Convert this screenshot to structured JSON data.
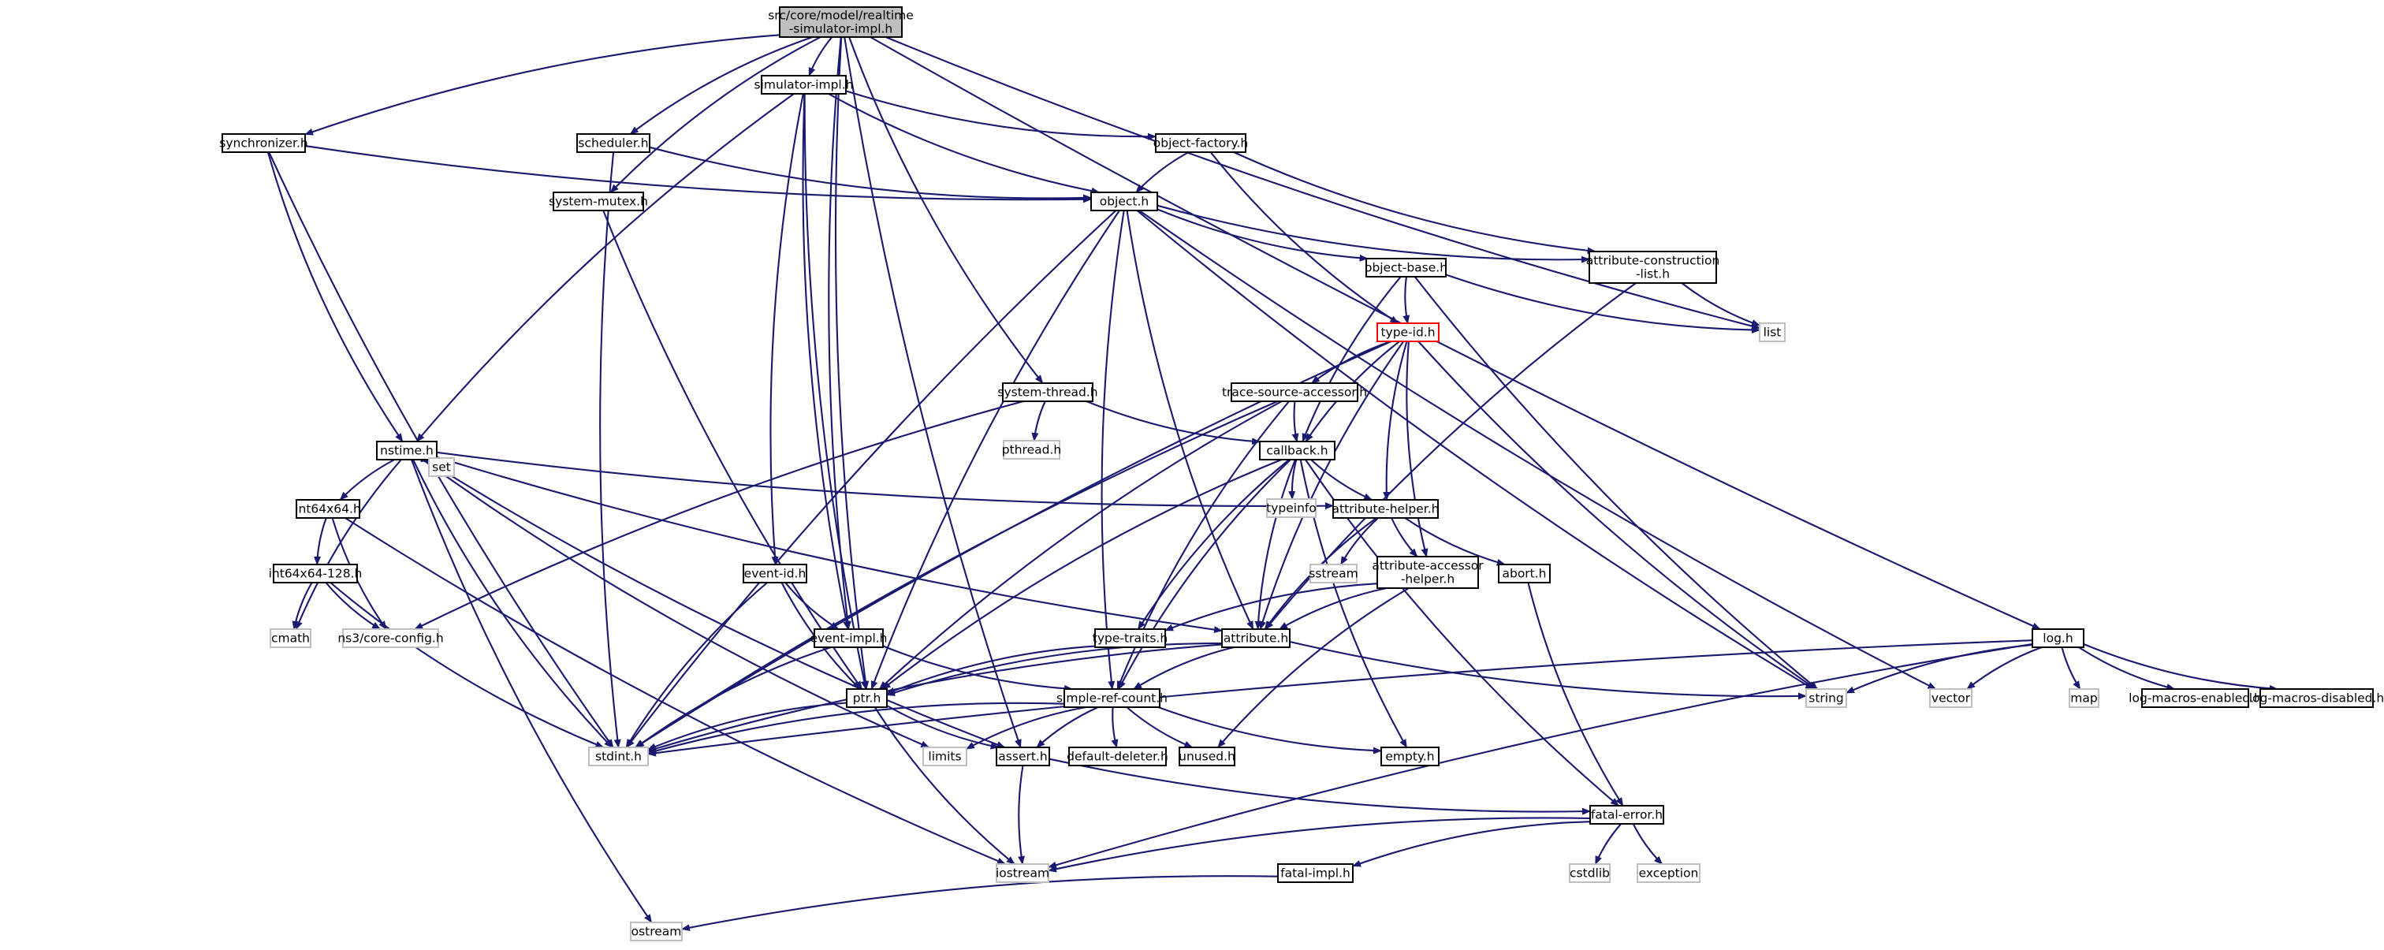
{
  "diagram": {
    "type": "include-dependency-graph",
    "colors": {
      "edge": "#191970",
      "node_border": "#000000",
      "root_fill": "#bfbfbf",
      "external_border": "#bfbfbf",
      "truncated_border": "#ff0000"
    },
    "nodes": [
      {
        "id": "root",
        "lines": [
          "src/core/model/realtime",
          "-simulator-impl.h"
        ],
        "style": "root"
      },
      {
        "id": "simulator_impl",
        "lines": [
          "simulator-impl.h"
        ],
        "style": "normal"
      },
      {
        "id": "synchronizer",
        "lines": [
          "synchronizer.h"
        ],
        "style": "normal"
      },
      {
        "id": "scheduler",
        "lines": [
          "scheduler.h"
        ],
        "style": "normal"
      },
      {
        "id": "object_factory",
        "lines": [
          "object-factory.h"
        ],
        "style": "normal"
      },
      {
        "id": "system_mutex",
        "lines": [
          "system-mutex.h"
        ],
        "style": "normal"
      },
      {
        "id": "object",
        "lines": [
          "object.h"
        ],
        "style": "normal"
      },
      {
        "id": "object_base",
        "lines": [
          "object-base.h"
        ],
        "style": "normal"
      },
      {
        "id": "attr_construction",
        "lines": [
          "attribute-construction",
          "-list.h"
        ],
        "style": "normal"
      },
      {
        "id": "list",
        "lines": [
          "list"
        ],
        "style": "ext"
      },
      {
        "id": "type_id",
        "lines": [
          "type-id.h"
        ],
        "style": "trunc"
      },
      {
        "id": "system_thread",
        "lines": [
          "system-thread.h"
        ],
        "style": "normal"
      },
      {
        "id": "trace_source",
        "lines": [
          "trace-source-accessor.h"
        ],
        "style": "normal"
      },
      {
        "id": "pthread",
        "lines": [
          "pthread.h"
        ],
        "style": "ext"
      },
      {
        "id": "nstime",
        "lines": [
          "nstime.h"
        ],
        "style": "normal"
      },
      {
        "id": "set",
        "lines": [
          "set"
        ],
        "style": "ext"
      },
      {
        "id": "callback",
        "lines": [
          "callback.h"
        ],
        "style": "normal"
      },
      {
        "id": "int64x64",
        "lines": [
          "int64x64.h"
        ],
        "style": "normal"
      },
      {
        "id": "typeinfo",
        "lines": [
          "typeinfo"
        ],
        "style": "ext"
      },
      {
        "id": "attribute_helper",
        "lines": [
          "attribute-helper.h"
        ],
        "style": "normal"
      },
      {
        "id": "int64x64_128",
        "lines": [
          "int64x64-128.h"
        ],
        "style": "normal"
      },
      {
        "id": "sstream",
        "lines": [
          "sstream"
        ],
        "style": "ext"
      },
      {
        "id": "attr_accessor",
        "lines": [
          "attribute-accessor",
          "-helper.h"
        ],
        "style": "normal"
      },
      {
        "id": "abort",
        "lines": [
          "abort.h"
        ],
        "style": "normal"
      },
      {
        "id": "event_id",
        "lines": [
          "event-id.h"
        ],
        "style": "normal"
      },
      {
        "id": "cmath",
        "lines": [
          "cmath"
        ],
        "style": "ext"
      },
      {
        "id": "core_config",
        "lines": [
          "ns3/core-config.h"
        ],
        "style": "ext"
      },
      {
        "id": "event_impl",
        "lines": [
          "event-impl.h"
        ],
        "style": "normal"
      },
      {
        "id": "type_traits",
        "lines": [
          "type-traits.h"
        ],
        "style": "normal"
      },
      {
        "id": "attribute",
        "lines": [
          "attribute.h"
        ],
        "style": "normal"
      },
      {
        "id": "log",
        "lines": [
          "log.h"
        ],
        "style": "normal"
      },
      {
        "id": "ptr",
        "lines": [
          "ptr.h"
        ],
        "style": "normal"
      },
      {
        "id": "simple_ref",
        "lines": [
          "simple-ref-count.h"
        ],
        "style": "normal"
      },
      {
        "id": "string",
        "lines": [
          "string"
        ],
        "style": "ext"
      },
      {
        "id": "vector",
        "lines": [
          "vector"
        ],
        "style": "ext"
      },
      {
        "id": "map",
        "lines": [
          "map"
        ],
        "style": "ext"
      },
      {
        "id": "log_enabled",
        "lines": [
          "log-macros-enabled.h"
        ],
        "style": "normal"
      },
      {
        "id": "log_disabled",
        "lines": [
          "log-macros-disabled.h"
        ],
        "style": "normal"
      },
      {
        "id": "stdint",
        "lines": [
          "stdint.h"
        ],
        "style": "ext"
      },
      {
        "id": "limits",
        "lines": [
          "limits"
        ],
        "style": "ext"
      },
      {
        "id": "assert",
        "lines": [
          "assert.h"
        ],
        "style": "normal"
      },
      {
        "id": "default_deleter",
        "lines": [
          "default-deleter.h"
        ],
        "style": "normal"
      },
      {
        "id": "unused",
        "lines": [
          "unused.h"
        ],
        "style": "normal"
      },
      {
        "id": "empty",
        "lines": [
          "empty.h"
        ],
        "style": "normal"
      },
      {
        "id": "fatal_error",
        "lines": [
          "fatal-error.h"
        ],
        "style": "normal"
      },
      {
        "id": "iostream",
        "lines": [
          "iostream"
        ],
        "style": "ext"
      },
      {
        "id": "cstdlib",
        "lines": [
          "cstdlib"
        ],
        "style": "ext"
      },
      {
        "id": "exception",
        "lines": [
          "exception"
        ],
        "style": "ext"
      },
      {
        "id": "fatal_impl",
        "lines": [
          "fatal-impl.h"
        ],
        "style": "normal"
      },
      {
        "id": "ostream",
        "lines": [
          "ostream"
        ],
        "style": "ext"
      }
    ],
    "edges": [
      [
        "root",
        "synchronizer"
      ],
      [
        "root",
        "scheduler"
      ],
      [
        "root",
        "simulator_impl"
      ],
      [
        "root",
        "system_mutex"
      ],
      [
        "root",
        "ptr"
      ],
      [
        "root",
        "event_impl"
      ],
      [
        "root",
        "system_thread"
      ],
      [
        "root",
        "list"
      ],
      [
        "root",
        "assert"
      ],
      [
        "root",
        "log"
      ],
      [
        "simulator_impl",
        "object"
      ],
      [
        "simulator_impl",
        "object_factory"
      ],
      [
        "simulator_impl",
        "nstime"
      ],
      [
        "simulator_impl",
        "ptr"
      ],
      [
        "simulator_impl",
        "event_id"
      ],
      [
        "simulator_impl",
        "event_impl"
      ],
      [
        "synchronizer",
        "object"
      ],
      [
        "synchronizer",
        "nstime"
      ],
      [
        "synchronizer",
        "stdint"
      ],
      [
        "scheduler",
        "object"
      ],
      [
        "scheduler",
        "stdint"
      ],
      [
        "object_factory",
        "object"
      ],
      [
        "object_factory",
        "attr_construction"
      ],
      [
        "object_factory",
        "type_id"
      ],
      [
        "system_mutex",
        "ptr"
      ],
      [
        "object",
        "object_base"
      ],
      [
        "object",
        "attr_construction"
      ],
      [
        "object",
        "ptr"
      ],
      [
        "object",
        "attribute"
      ],
      [
        "object",
        "stdint"
      ],
      [
        "object",
        "string"
      ],
      [
        "object",
        "vector"
      ],
      [
        "object",
        "simple_ref"
      ],
      [
        "object_base",
        "type_id"
      ],
      [
        "object_base",
        "callback"
      ],
      [
        "object_base",
        "list"
      ],
      [
        "object_base",
        "string"
      ],
      [
        "attr_construction",
        "list"
      ],
      [
        "attr_construction",
        "attribute"
      ],
      [
        "type_id",
        "trace_source"
      ],
      [
        "type_id",
        "callback"
      ],
      [
        "type_id",
        "attribute_helper"
      ],
      [
        "type_id",
        "attr_accessor"
      ],
      [
        "type_id",
        "attribute"
      ],
      [
        "type_id",
        "string"
      ],
      [
        "type_id",
        "stdint"
      ],
      [
        "system_thread",
        "pthread"
      ],
      [
        "system_thread",
        "callback"
      ],
      [
        "system_thread",
        "core_config"
      ],
      [
        "trace_source",
        "callback"
      ],
      [
        "trace_source",
        "ptr"
      ],
      [
        "trace_source",
        "stdint"
      ],
      [
        "trace_source",
        "simple_ref"
      ],
      [
        "nstime",
        "set"
      ],
      [
        "nstime",
        "int64x64"
      ],
      [
        "nstime",
        "attribute"
      ],
      [
        "nstime",
        "attribute_helper"
      ],
      [
        "nstime",
        "cmath"
      ],
      [
        "nstime",
        "stdint"
      ],
      [
        "nstime",
        "limits"
      ],
      [
        "nstime",
        "assert"
      ],
      [
        "nstime",
        "ostream"
      ],
      [
        "callback",
        "typeinfo"
      ],
      [
        "callback",
        "attribute_helper"
      ],
      [
        "callback",
        "type_traits"
      ],
      [
        "callback",
        "ptr"
      ],
      [
        "callback",
        "attribute"
      ],
      [
        "callback",
        "fatal_error"
      ],
      [
        "callback",
        "empty"
      ],
      [
        "callback",
        "simple_ref"
      ],
      [
        "int64x64",
        "int64x64_128"
      ],
      [
        "int64x64",
        "core_config"
      ],
      [
        "int64x64",
        "iostream"
      ],
      [
        "attribute_helper",
        "sstream"
      ],
      [
        "attribute_helper",
        "attr_accessor"
      ],
      [
        "attribute_helper",
        "abort"
      ],
      [
        "attribute_helper",
        "attribute"
      ],
      [
        "int64x64_128",
        "cmath"
      ],
      [
        "int64x64_128",
        "core_config"
      ],
      [
        "int64x64_128",
        "stdint"
      ],
      [
        "attr_accessor",
        "attribute"
      ],
      [
        "attr_accessor",
        "type_traits"
      ],
      [
        "attr_accessor",
        "unused"
      ],
      [
        "abort",
        "fatal_error"
      ],
      [
        "event_id",
        "ptr"
      ],
      [
        "event_id",
        "event_impl"
      ],
      [
        "event_id",
        "stdint"
      ],
      [
        "event_impl",
        "simple_ref"
      ],
      [
        "event_impl",
        "stdint"
      ],
      [
        "type_traits",
        "ptr"
      ],
      [
        "attribute",
        "ptr"
      ],
      [
        "attribute",
        "simple_ref"
      ],
      [
        "attribute",
        "string"
      ],
      [
        "attribute",
        "stdint"
      ],
      [
        "log",
        "string"
      ],
      [
        "log",
        "vector"
      ],
      [
        "log",
        "map"
      ],
      [
        "log",
        "log_enabled"
      ],
      [
        "log",
        "log_disabled"
      ],
      [
        "log",
        "stdint"
      ],
      [
        "log",
        "iostream"
      ],
      [
        "ptr",
        "iostream"
      ],
      [
        "ptr",
        "stdint"
      ],
      [
        "ptr",
        "assert"
      ],
      [
        "simple_ref",
        "empty"
      ],
      [
        "simple_ref",
        "default_deleter"
      ],
      [
        "simple_ref",
        "stdint"
      ],
      [
        "simple_ref",
        "limits"
      ],
      [
        "simple_ref",
        "assert"
      ],
      [
        "simple_ref",
        "unused"
      ],
      [
        "assert",
        "fatal_error"
      ],
      [
        "assert",
        "iostream"
      ],
      [
        "fatal_error",
        "iostream"
      ],
      [
        "fatal_error",
        "cstdlib"
      ],
      [
        "fatal_error",
        "exception"
      ],
      [
        "fatal_error",
        "fatal_impl"
      ],
      [
        "fatal_impl",
        "ostream"
      ]
    ]
  }
}
